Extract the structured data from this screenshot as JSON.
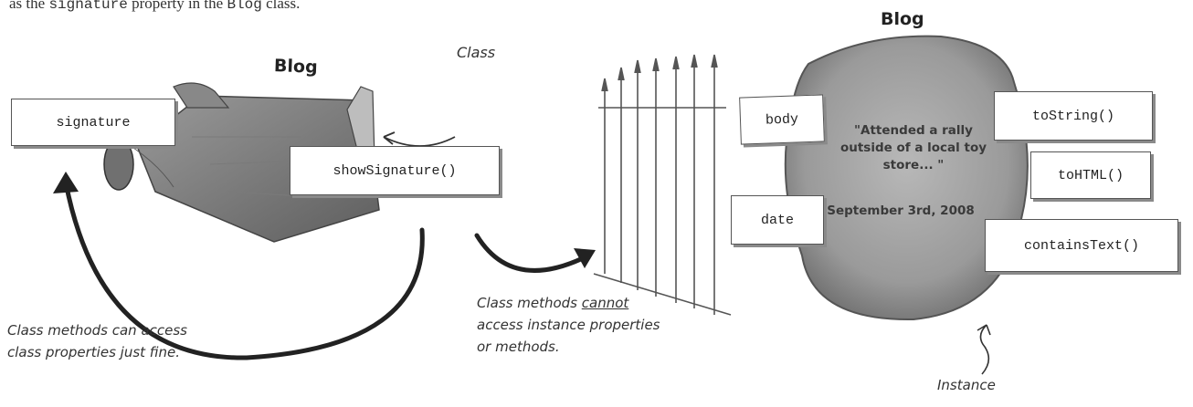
{
  "intro": {
    "prefix": "as the ",
    "code1": "signature",
    "middle": " property in the ",
    "code2": "Blog",
    "suffix": " class."
  },
  "class_side": {
    "heading": "Blog",
    "class_label": "Class",
    "property": "signature",
    "method": "showSignature()",
    "note_line1": "Class methods can access",
    "note_line2": "class properties just fine."
  },
  "fence_note": {
    "line1_a": "Class methods ",
    "line1_b": "cannot",
    "line2": "access instance properties",
    "line3": "or methods."
  },
  "instance_side": {
    "heading": "Blog",
    "body_text_line1": "\"Attended a rally",
    "body_text_line2": "outside of a local toy",
    "body_text_line3": "store... \"",
    "date_text": "September 3rd, 2008",
    "cards": [
      "body",
      "date",
      "toString()",
      "toHTML()",
      "containsText()"
    ],
    "instance_label": "Instance"
  }
}
